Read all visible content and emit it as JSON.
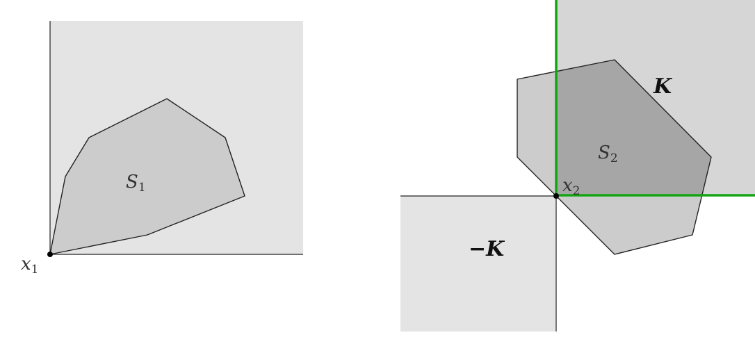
{
  "colors": {
    "background": "#ffffff",
    "cone_fill": "#e4e4e4",
    "polygon_fill": "#cccccc",
    "overlap_fill": "#a6a6a6",
    "outline": "#222222",
    "cone_highlight": "#11a611"
  },
  "left_panel": {
    "set_label": {
      "base": "S",
      "sub": "1"
    },
    "point_label": {
      "base": "x",
      "sub": "1"
    }
  },
  "right_panel": {
    "set_label": {
      "base": "S",
      "sub": "2"
    },
    "point_label": {
      "base": "x",
      "sub": "2"
    },
    "cone_label": "K",
    "neg_cone_label": "−K"
  }
}
